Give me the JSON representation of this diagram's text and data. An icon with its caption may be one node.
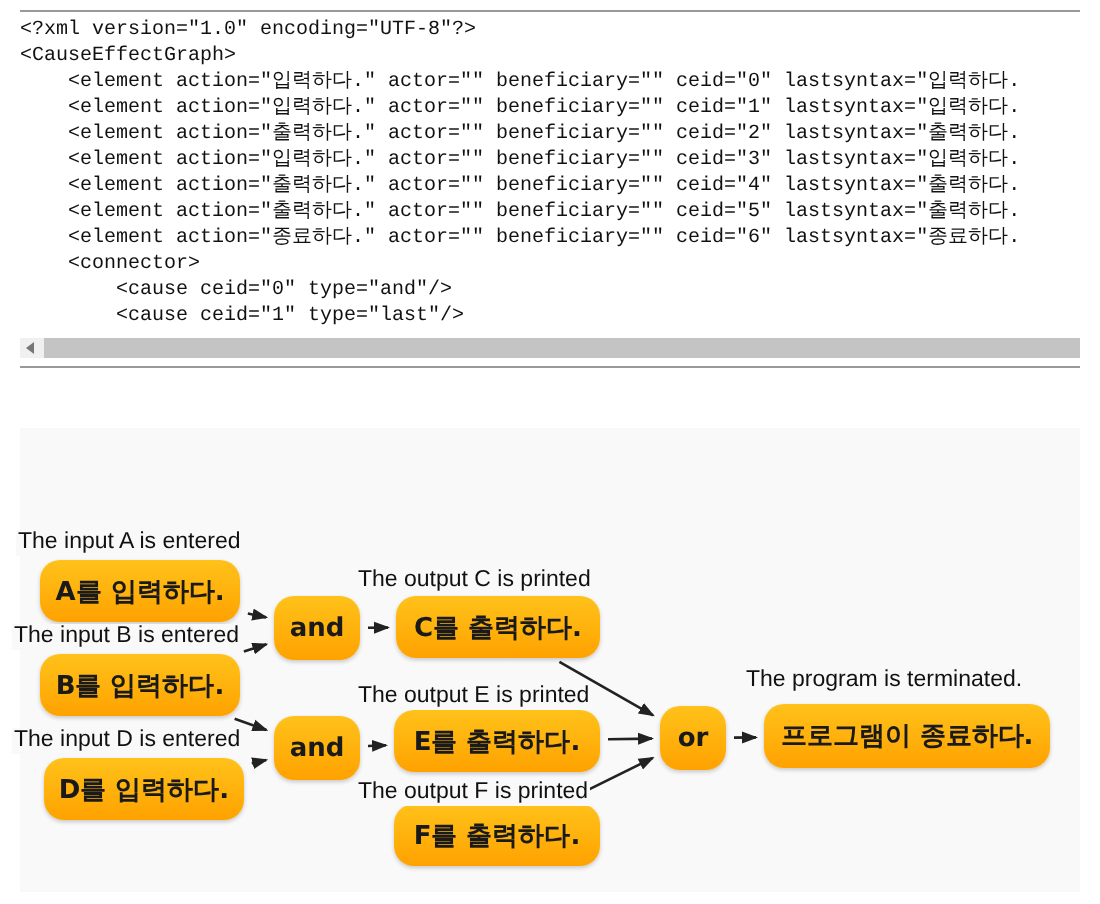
{
  "diagram": {
    "nodes": [
      {
        "text": [
          "A를 입력하다."
        ],
        "beside": [
          "The input A is entered"
        ]
      },
      {
        "text": [
          "B를 입력하다."
        ],
        "beside": [
          "The input B is entered"
        ]
      },
      {
        "text": [
          "and"
        ]
      },
      {
        "text": [
          "C를 출력하다."
        ],
        "beside": [
          "The output C is printed"
        ]
      },
      {
        "text": [
          "D를 입력하다."
        ],
        "beside": [
          "The input D is entered"
        ]
      },
      {
        "text": [
          "and"
        ]
      },
      {
        "text": [
          "E를 출력하다."
        ],
        "beside": [
          "The output E is printed"
        ]
      },
      {
        "text": [
          "F를 출력하다."
        ],
        "beside": [
          "The output F is printed"
        ]
      },
      {
        "text": [
          "or"
        ]
      },
      {
        "text": [
          "프로그램이 종료하다."
        ],
        "beside": [
          "The program is terminated."
        ]
      }
    ],
    "edges": [
      {
        "from": 0,
        "to": 2,
        "arrow": "to"
      },
      {
        "from": 1,
        "to": 2,
        "arrow": "to"
      },
      {
        "from": 2,
        "to": 3,
        "arrow": "to"
      },
      {
        "from": 1,
        "to": 5,
        "arrow": "to"
      },
      {
        "from": 4,
        "to": 5,
        "arrow": "to"
      },
      {
        "from": 5,
        "to": 6,
        "arrow": "to"
      },
      {
        "from": 3,
        "to": 8,
        "arrow": "to"
      },
      {
        "from": 6,
        "to": 8,
        "arrow": "to"
      },
      {
        "from": 7,
        "to": 8,
        "arrow": "to"
      },
      {
        "from": 8,
        "to": 9,
        "arrow": "to"
      }
    ],
    "labels": [
      "<?xml version=\"1.0\" encoding=\"UTF-8\"?>",
      "<CauseEffectGraph>",
      "<element action=\"입력하다.\" actor=\"\" beneficiary=\"\" ceid=\"0\" lastsyntax=\"입력하다.",
      "<element action=\"입력하다.\" actor=\"\" beneficiary=\"\" ceid=\"1\" lastsyntax=\"입력하다.",
      "<element action=\"출력하다.\" actor=\"\" beneficiary=\"\" ceid=\"2\" lastsyntax=\"출력하다.",
      "<element action=\"입력하다.\" actor=\"\" beneficiary=\"\" ceid=\"3\" lastsyntax=\"입력하다.",
      "<element action=\"출력하다.\" actor=\"\" beneficiary=\"\" ceid=\"4\" lastsyntax=\"출력하다.",
      "<element action=\"출력하다.\" actor=\"\" beneficiary=\"\" ceid=\"5\" lastsyntax=\"출력하다.",
      "<element action=\"종료하다.\" actor=\"\" beneficiary=\"\" ceid=\"6\" lastsyntax=\"종료하다.",
      "<connector>",
      "<cause ceid=\"0\" type=\"and\"/>",
      "<cause ceid=\"1\" type=\"last\"/>"
    ]
  }
}
